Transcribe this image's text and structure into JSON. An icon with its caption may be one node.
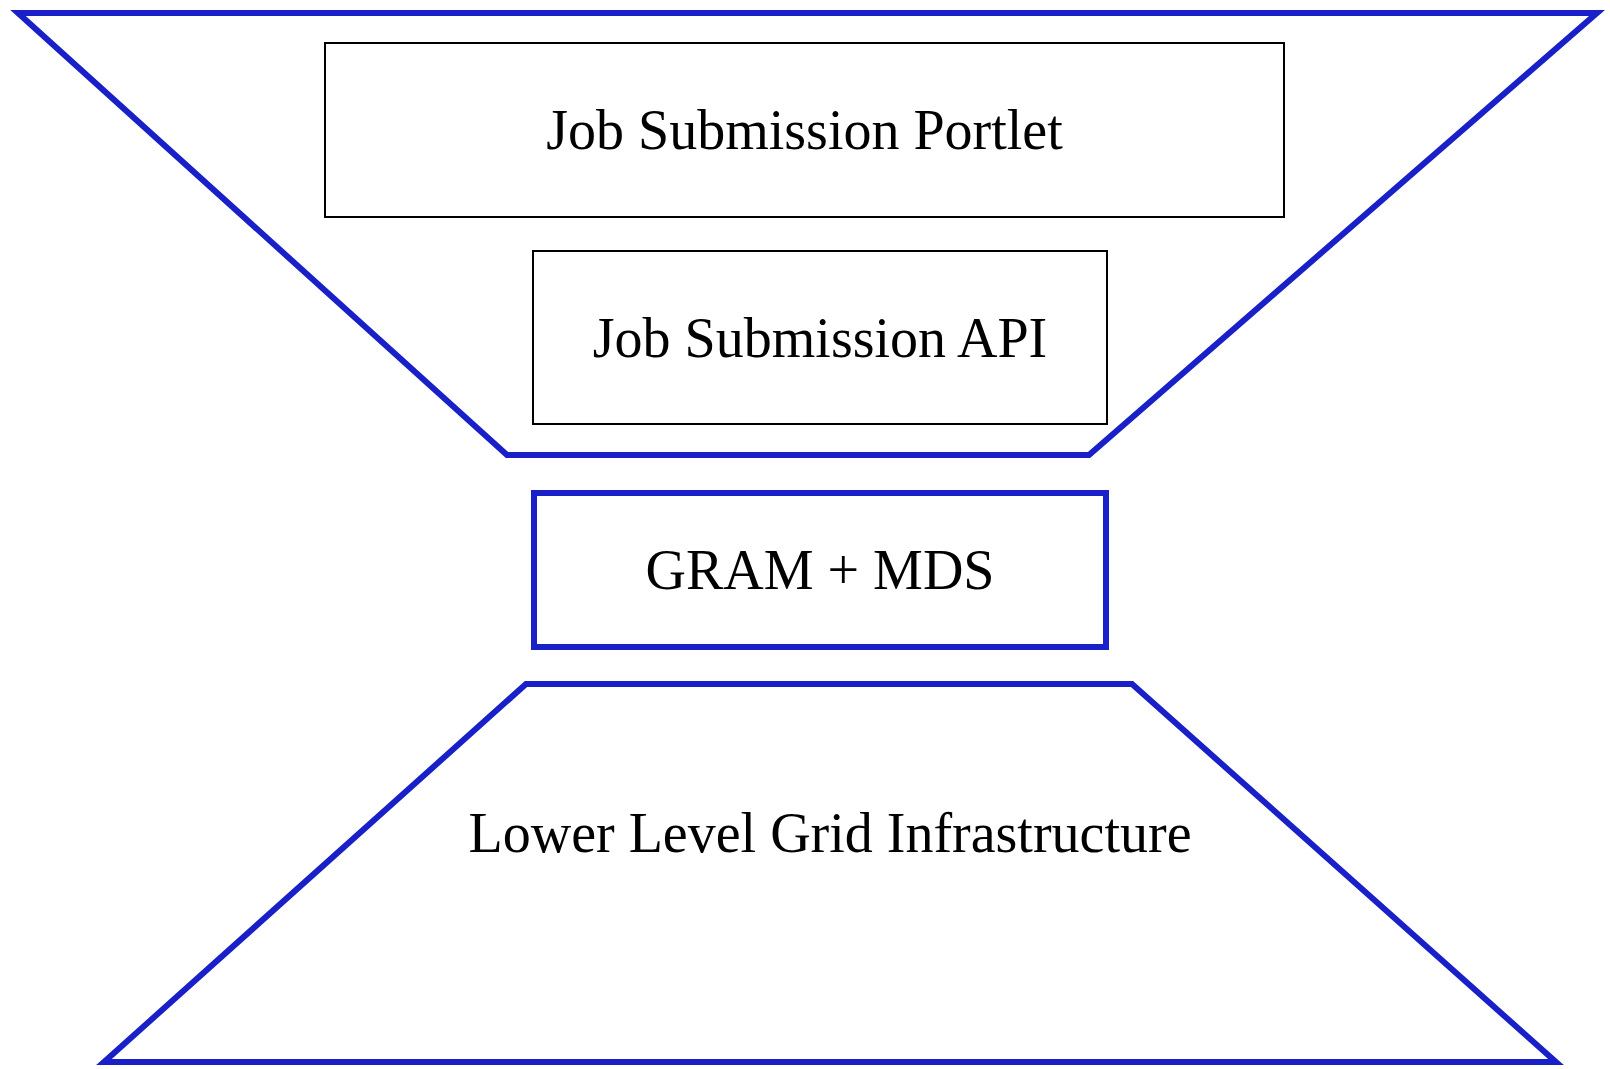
{
  "diagram": {
    "nodes": [
      {
        "text": [],
        "shape": "trapezoid"
      },
      {
        "text": [
          "Job Submission Portlet"
        ],
        "in": 0
      },
      {
        "text": [
          "Job Submission API"
        ],
        "in": 0
      },
      {
        "text": [
          "GRAM + MDS"
        ]
      },
      {
        "text": [
          "Lower Level Grid Infrastructure"
        ]
      }
    ],
    "edges": []
  }
}
